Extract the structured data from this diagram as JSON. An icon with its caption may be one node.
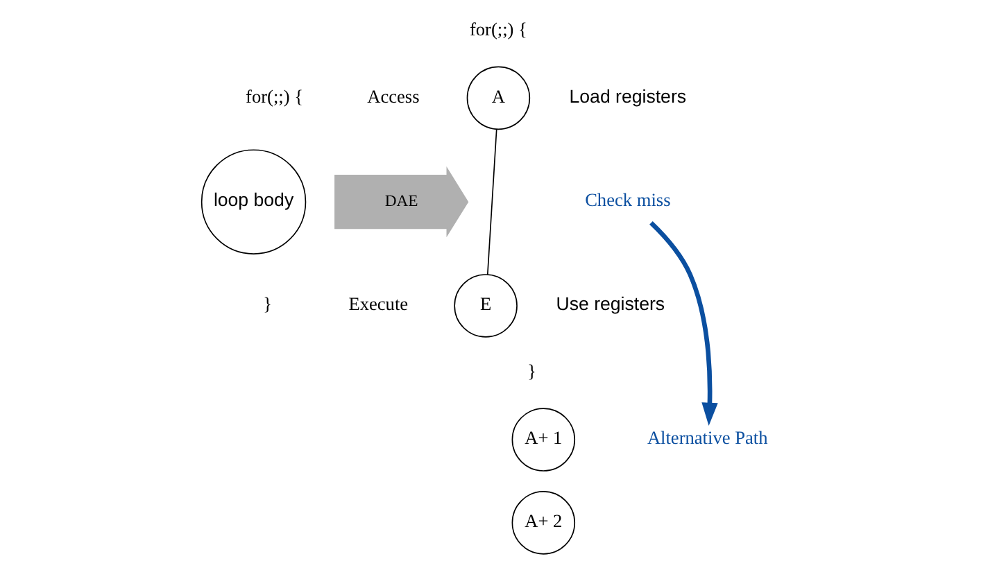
{
  "diagram": {
    "nodes": [
      {
        "text": [
          "loop body"
        ]
      },
      {
        "text": [
          "DAE"
        ]
      },
      {
        "text": [
          "A"
        ],
        "beside": [
          "Access",
          "Load registers"
        ]
      },
      {
        "text": [
          "E"
        ],
        "beside": [
          "Execute",
          "Use registers"
        ]
      },
      {
        "text": [
          "A+ 1"
        ]
      },
      {
        "text": [
          "A+ 2"
        ]
      },
      {
        "text": [
          "Check miss"
        ]
      },
      {
        "text": [
          "Alternative Path"
        ]
      }
    ],
    "edges": [
      {
        "from": 2,
        "to": 3,
        "arrow": "none"
      },
      {
        "from": 6,
        "to": 7,
        "arrow": "to",
        "style": "thick",
        "color": "#0b4fa0"
      }
    ],
    "labels": [
      "for(;;) {",
      "for(;;) {",
      "}",
      "}"
    ]
  }
}
